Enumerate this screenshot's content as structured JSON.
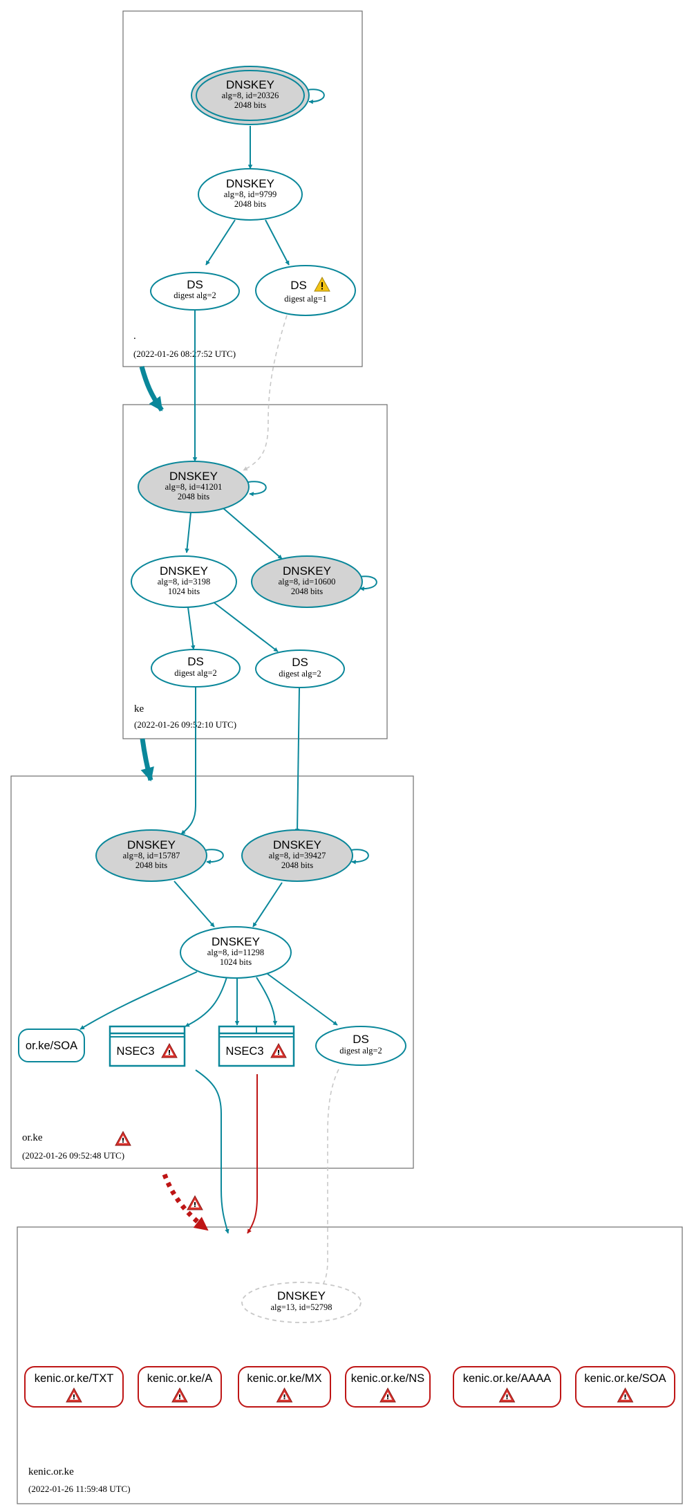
{
  "colors": {
    "secure": "#0a879a",
    "bogus": "#be1515",
    "insecure_dashed": "#c8c8c8",
    "ksk_fill": "#d3d3d3",
    "zone_border": "#6e6e6e",
    "warn_yellow": "#f2c316",
    "warn_red": "#d8312c"
  },
  "zones": {
    "root": {
      "name": ".",
      "timestamp": "(2022-01-26 08:27:52 UTC)"
    },
    "ke": {
      "name": "ke",
      "timestamp": "(2022-01-26 09:52:10 UTC)"
    },
    "or_ke": {
      "name": "or.ke",
      "timestamp": "(2022-01-26 09:52:48 UTC)"
    },
    "kenic_or_ke": {
      "name": "kenic.or.ke",
      "timestamp": "(2022-01-26 11:59:48 UTC)"
    }
  },
  "nodes": {
    "root_ksk": {
      "title": "DNSKEY",
      "line1": "alg=8, id=20326",
      "line2": "2048 bits"
    },
    "root_zsk": {
      "title": "DNSKEY",
      "line1": "alg=8, id=9799",
      "line2": "2048 bits"
    },
    "root_ds2": {
      "title": "DS",
      "line1": "digest alg=2"
    },
    "root_ds1": {
      "title": "DS",
      "line1": "digest alg=1"
    },
    "ke_ksk": {
      "title": "DNSKEY",
      "line1": "alg=8, id=41201",
      "line2": "2048 bits"
    },
    "ke_zsk": {
      "title": "DNSKEY",
      "line1": "alg=8, id=3198",
      "line2": "1024 bits"
    },
    "ke_ksk2": {
      "title": "DNSKEY",
      "line1": "alg=8, id=10600",
      "line2": "2048 bits"
    },
    "ke_ds_a": {
      "title": "DS",
      "line1": "digest alg=2"
    },
    "ke_ds_b": {
      "title": "DS",
      "line1": "digest alg=2"
    },
    "or_ksk1": {
      "title": "DNSKEY",
      "line1": "alg=8, id=15787",
      "line2": "2048 bits"
    },
    "or_ksk2": {
      "title": "DNSKEY",
      "line1": "alg=8, id=39427",
      "line2": "2048 bits"
    },
    "or_zsk": {
      "title": "DNSKEY",
      "line1": "alg=8, id=11298",
      "line2": "1024 bits"
    },
    "or_soa": {
      "title": "or.ke/SOA"
    },
    "or_nsec3_a": {
      "title": "NSEC3"
    },
    "or_nsec3_b": {
      "title": "NSEC3"
    },
    "or_ds": {
      "title": "DS",
      "line1": "digest alg=2"
    },
    "kenic_key": {
      "title": "DNSKEY",
      "line1": "alg=13, id=52798"
    }
  },
  "rrsets": [
    "kenic.or.ke/TXT",
    "kenic.or.ke/A",
    "kenic.or.ke/MX",
    "kenic.or.ke/NS",
    "kenic.or.ke/AAAA",
    "kenic.or.ke/SOA"
  ]
}
